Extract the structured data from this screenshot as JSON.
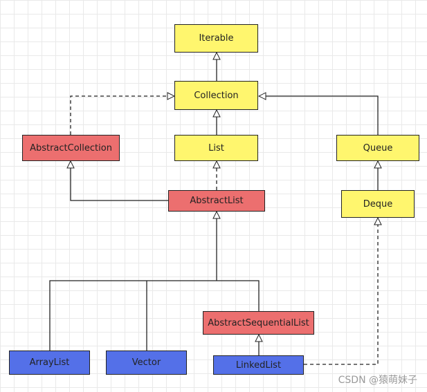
{
  "nodes": {
    "iterable": "Iterable",
    "collection": "Collection",
    "abstract_collection": "AbstractCollection",
    "list": "List",
    "queue": "Queue",
    "abstract_list": "AbstractList",
    "deque": "Deque",
    "abstract_sequential_list": "AbstractSequentialList",
    "array_list": "ArrayList",
    "vector": "Vector",
    "linked_list": "LinkedList"
  },
  "colors": {
    "interface": "#fff66e",
    "abstract_class": "#ec6f6f",
    "concrete_class": "#5470e8"
  },
  "edges": [
    {
      "from": "Collection",
      "to": "Iterable",
      "style": "solid"
    },
    {
      "from": "AbstractCollection",
      "to": "Collection",
      "style": "dashed"
    },
    {
      "from": "List",
      "to": "Collection",
      "style": "solid"
    },
    {
      "from": "Queue",
      "to": "Collection",
      "style": "solid"
    },
    {
      "from": "AbstractList",
      "to": "AbstractCollection",
      "style": "solid"
    },
    {
      "from": "AbstractList",
      "to": "List",
      "style": "dashed"
    },
    {
      "from": "Deque",
      "to": "Queue",
      "style": "solid"
    },
    {
      "from": "ArrayList",
      "to": "AbstractList",
      "style": "solid"
    },
    {
      "from": "Vector",
      "to": "AbstractList",
      "style": "solid"
    },
    {
      "from": "AbstractSequentialList",
      "to": "AbstractList",
      "style": "solid"
    },
    {
      "from": "LinkedList",
      "to": "AbstractSequentialList",
      "style": "solid"
    },
    {
      "from": "LinkedList",
      "to": "Deque",
      "style": "dashed"
    }
  ],
  "watermark": "CSDN @猿萌妹子"
}
